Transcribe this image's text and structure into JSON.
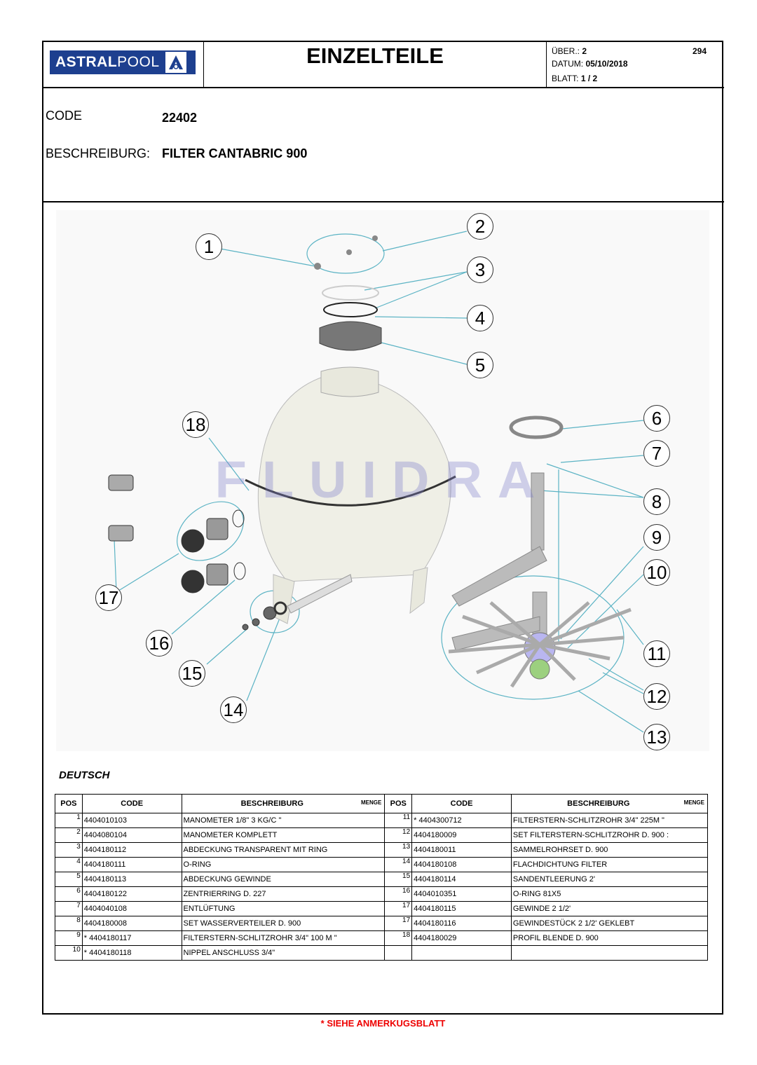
{
  "header": {
    "brand_bold": "ASTRAL",
    "brand_light": "POOL",
    "title": "EINZELTEILE",
    "ueber_label": "ÜBER.:",
    "ueber_value": "2",
    "page_number": "294",
    "datum_label": "DATUM:",
    "datum_value": "05/10/2018",
    "blatt_label": "BLATT:",
    "blatt_value": "1 / 2"
  },
  "product": {
    "code_label": "CODE",
    "code_value": "22402",
    "desc_label": "BESCHREIBURG:",
    "desc_value": "FILTER CANTABRIC 900"
  },
  "diagram": {
    "watermark": "FLUIDRA",
    "callouts": [
      "1",
      "2",
      "3",
      "4",
      "5",
      "6",
      "7",
      "8",
      "9",
      "10",
      "11",
      "12",
      "13",
      "14",
      "15",
      "16",
      "17",
      "18"
    ]
  },
  "language_label": "DEUTSCH",
  "table": {
    "headers": {
      "pos": "POS",
      "code": "CODE",
      "desc": "BESCHREIBURG",
      "qty": "MENGE"
    },
    "left": [
      {
        "pos": "1",
        "code": "4404010103",
        "desc": "MANOMETER 1/8\" 3 KG/C \""
      },
      {
        "pos": "2",
        "code": "4404080104",
        "desc": "MANOMETER KOMPLETT"
      },
      {
        "pos": "3",
        "code": "4404180112",
        "desc": "ABDECKUNG TRANSPARENT MIT RING"
      },
      {
        "pos": "4",
        "code": "4404180111",
        "desc": "O-RING"
      },
      {
        "pos": "5",
        "code": "4404180113",
        "desc": "ABDECKUNG GEWINDE"
      },
      {
        "pos": "6",
        "code": "4404180122",
        "desc": "ZENTRIERRING D. 227"
      },
      {
        "pos": "7",
        "code": "4404040108",
        "desc": "ENTLÜFTUNG"
      },
      {
        "pos": "8",
        "code": "4404180008",
        "desc": "SET WASSERVERTEILER D. 900"
      },
      {
        "pos": "9",
        "code": "* 4404180117",
        "desc": "FILTERSTERN-SCHLITZROHR 3/4\" 100 M \""
      },
      {
        "pos": "10",
        "code": "* 4404180118",
        "desc": "NIPPEL ANSCHLUSS 3/4\""
      }
    ],
    "right": [
      {
        "pos": "11",
        "code": "* 4404300712",
        "desc": "FILTERSTERN-SCHLITZROHR 3/4\" 225M \""
      },
      {
        "pos": "12",
        "code": "4404180009",
        "desc": "SET FILTERSTERN-SCHLITZROHR D. 900 :"
      },
      {
        "pos": "13",
        "code": "4404180011",
        "desc": "SAMMELROHRSET D. 900"
      },
      {
        "pos": "14",
        "code": "4404180108",
        "desc": "FLACHDICHTUNG FILTER"
      },
      {
        "pos": "15",
        "code": "4404180114",
        "desc": "SANDENTLEERUNG 2'"
      },
      {
        "pos": "16",
        "code": "4404010351",
        "desc": "O-RING 81X5"
      },
      {
        "pos": "17",
        "code": "4404180115",
        "desc": "GEWINDE 2 1/2'"
      },
      {
        "pos": "17",
        "code": "4404180116",
        "desc": "GEWINDESTÜCK 2 1/2' GEKLEBT"
      },
      {
        "pos": "18",
        "code": "4404180029",
        "desc": "PROFIL BLENDE D. 900"
      },
      {
        "pos": "",
        "code": "",
        "desc": ""
      }
    ]
  },
  "footer_note": "*  SIEHE ANMERKUGSBLATT"
}
